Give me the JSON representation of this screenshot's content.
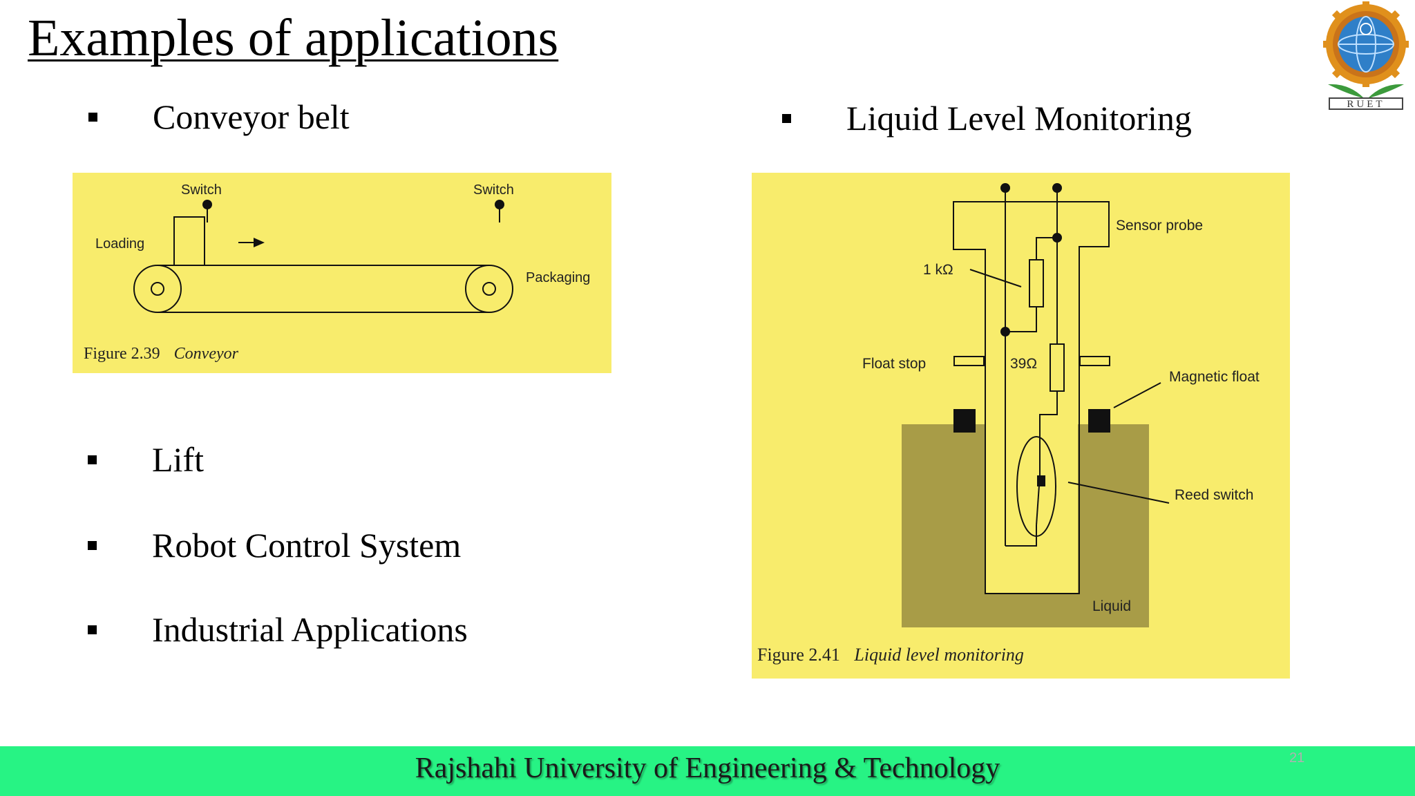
{
  "slide": {
    "title": "Examples of applications",
    "page_number": "21"
  },
  "bullets_left_top": [
    "Conveyor belt"
  ],
  "bullets_right_top": [
    "Liquid Level Monitoring"
  ],
  "bullets_left_bottom": [
    "Lift",
    "Robot Control System",
    "Industrial Applications"
  ],
  "conveyor_figure": {
    "label_switch_1": "Switch",
    "label_switch_2": "Switch",
    "label_loading": "Loading",
    "label_packaging": "Packaging",
    "caption_number": "Figure 2.39",
    "caption_title": "Conveyor"
  },
  "liquid_figure": {
    "label_sensor_probe": "Sensor probe",
    "label_resistor_1": "1 kΩ",
    "label_float_stop": "Float stop",
    "label_resistor_2": "39Ω",
    "label_magnetic_float": "Magnetic float",
    "label_reed_switch": "Reed switch",
    "label_liquid": "Liquid",
    "caption_number": "Figure 2.41",
    "caption_title": "Liquid level monitoring"
  },
  "logo": {
    "text": "RUET",
    "colors": {
      "gear": "#e0901c",
      "globe": "#2f7fc8",
      "leaves": "#3c9a3c"
    }
  },
  "footer": {
    "text": "Rajshahi University of Engineering & Technology",
    "color": "#27f384"
  }
}
